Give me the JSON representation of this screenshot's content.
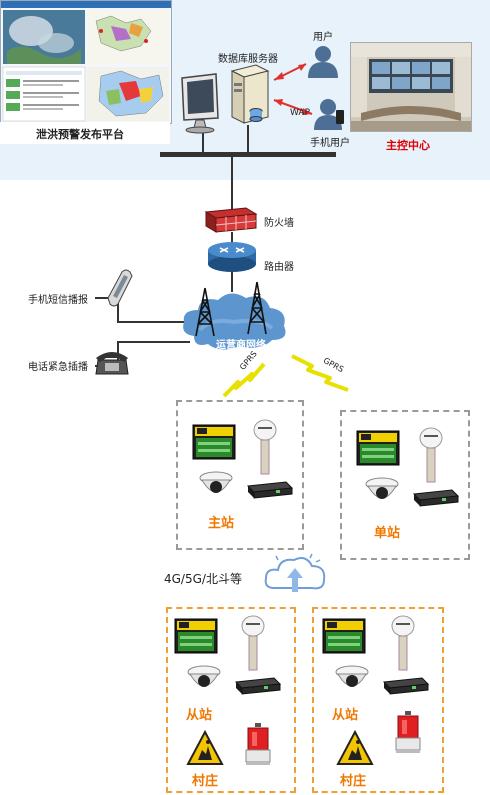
{
  "top": {
    "platform_label": "泄洪预警发布平台",
    "server_label": "数据库服务器",
    "user_label": "用户",
    "wap_label": "WAP",
    "mobile_user_label": "手机用户",
    "control_center_label": "主控中心"
  },
  "network": {
    "firewall_label": "防火墙",
    "router_label": "路由器",
    "carrier_label": "运营商网络",
    "sms_label": "手机短信播报",
    "phone_label": "电话紧急插播",
    "gprs_left": "GPRS",
    "gprs_right": "GPRS"
  },
  "stations": {
    "main_label": "主站",
    "single_label": "单站",
    "link_label": "4G/5G/北斗等",
    "sub_left_label": "从站",
    "sub_right_label": "从站",
    "village_left_label": "村庄",
    "village_right_label": "村庄"
  },
  "colors": {
    "accent_orange": "#f07800",
    "control_red": "#e00000",
    "sky_band": "#e7f2fb"
  }
}
